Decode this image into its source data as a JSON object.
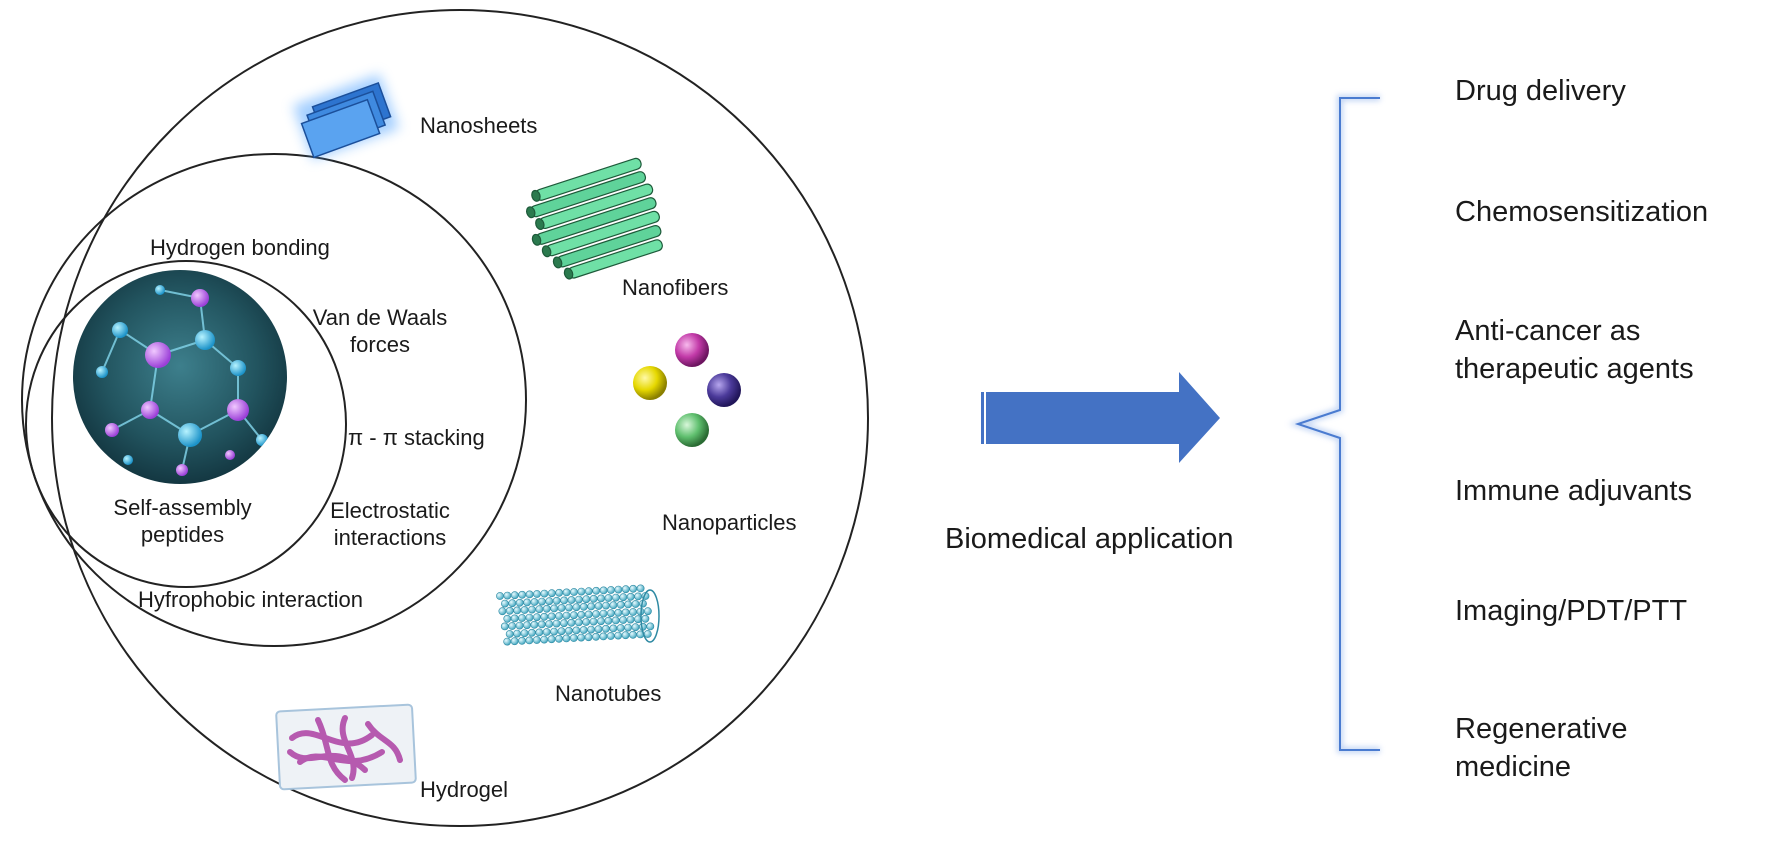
{
  "structures": {
    "nanosheets": "Nanosheets",
    "nanofibers": "Nanofibers",
    "nanoparticles": "Nanoparticles",
    "nanotubes": "Nanotubes",
    "hydrogel": "Hydrogel"
  },
  "interactions": {
    "hydrogen_bonding": "Hydrogen bonding",
    "van_der_waals_line1": "Van de Waals",
    "van_der_waals_line2": "forces",
    "pi_stacking": "π - π stacking",
    "electrostatic_line1": "Electrostatic",
    "electrostatic_line2": "interactions",
    "hydrophobic": "Hyfrophobic interaction"
  },
  "core": {
    "line1": "Self-assembly",
    "line2": "peptides"
  },
  "arrow_label": "Biomedical application",
  "applications": [
    {
      "line1": "Drug delivery",
      "line2": ""
    },
    {
      "line1": "Chemosensitization",
      "line2": ""
    },
    {
      "line1": "Anti-cancer as",
      "line2": "therapeutic agents"
    },
    {
      "line1": "Immune adjuvants",
      "line2": ""
    },
    {
      "line1": "Imaging/PDT/PTT",
      "line2": ""
    },
    {
      "line1": "Regenerative",
      "line2": "medicine"
    }
  ],
  "colors": {
    "arrow": "#4472c4",
    "bracket": "#4a7bd0",
    "sheet": "#2f7fd8",
    "fiber": "#5fd39a",
    "gel": "#b04aa8",
    "tube": "#56b6cc"
  }
}
